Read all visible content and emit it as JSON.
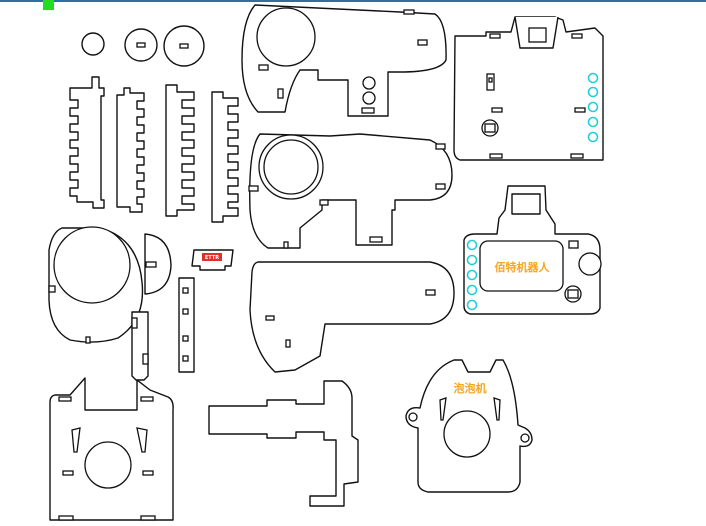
{
  "labels": {
    "brand_text": "佰特机器人",
    "bubble_text": "泡泡机",
    "small_tag": "ETTR"
  },
  "colors": {
    "outline": "#111111",
    "label_orange": "#f5a623",
    "dot_cyan": "#22cfd8",
    "tag_red": "#e0302a",
    "marker_green": "#22dd22",
    "top_border": "#2f6f9f"
  }
}
